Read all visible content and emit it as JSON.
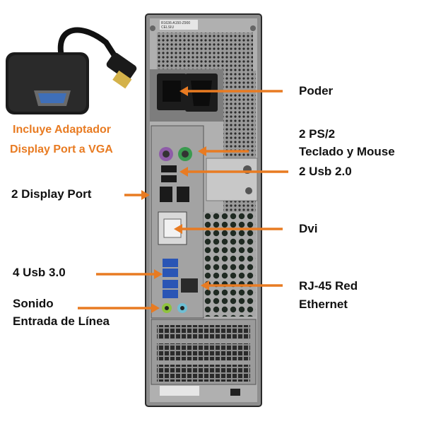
{
  "adapter_note": {
    "line1": "Incluye Adaptador",
    "line2": "Display Port a VGA",
    "color": "#e87b22"
  },
  "arrow_color": "#e87b22",
  "case_sticker": {
    "line1": "R1636-A150-Z900",
    "line2": "CELSIU"
  },
  "labels": {
    "power": "Poder",
    "ps2_line1": "2 PS/2",
    "ps2_line2": "Teclado y Mouse",
    "usb2": "2 Usb 2.0",
    "displayport": "2 Display Port",
    "dvi": "Dvi",
    "usb3": "4 Usb 3.0",
    "rj45_line1": "RJ-45 Red",
    "rj45_line2": "Ethernet",
    "audio_line1": "Sonido",
    "audio_line2": "Entrada de Línea"
  }
}
